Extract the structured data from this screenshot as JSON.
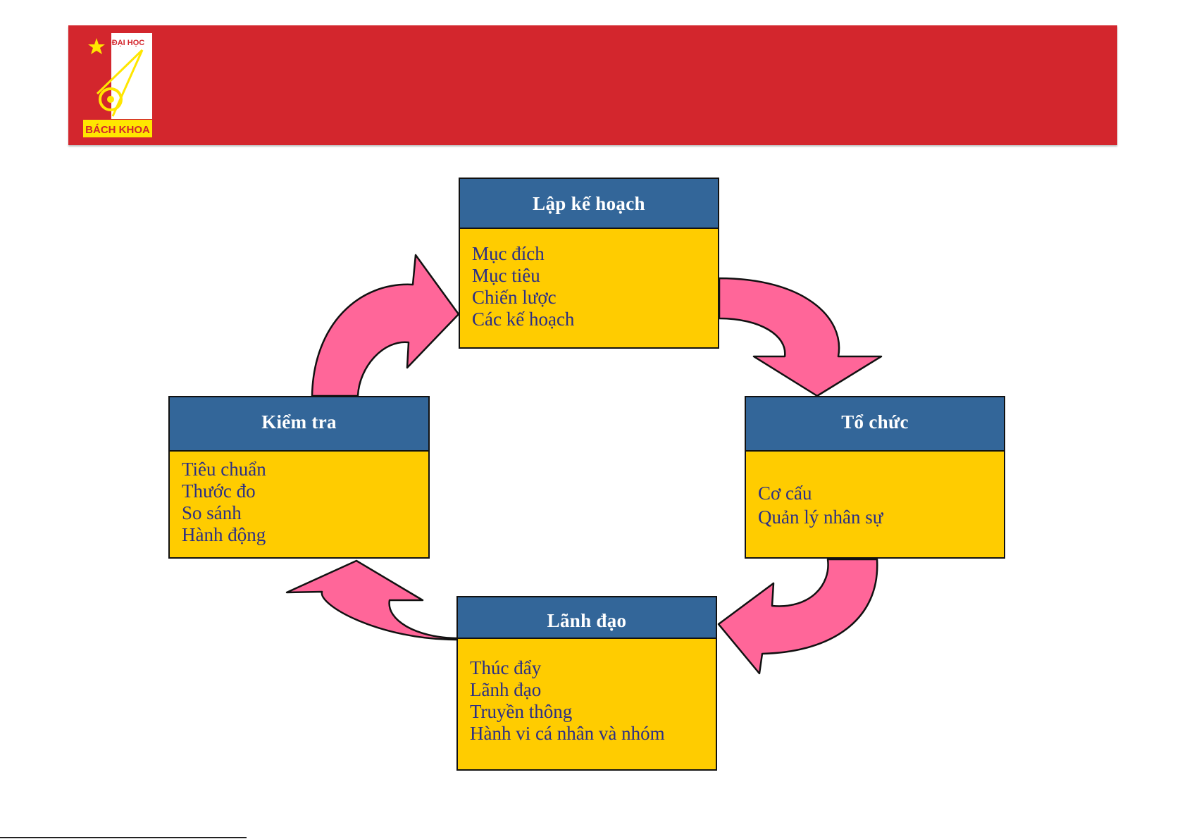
{
  "header": {
    "logo": {
      "top_text": "ĐẠI HỌC",
      "bottom_text": "BÁCH KHOA",
      "colors": {
        "red": "#d3262d",
        "yellow": "#ffe600",
        "white": "#ffffff"
      }
    },
    "banner_color": "#d3262d"
  },
  "cycle": {
    "colors": {
      "header": "#336699",
      "body": "#ffcc00",
      "text": "#2b2f86",
      "arrow": "#ff6699"
    },
    "nodes": [
      {
        "id": "plan",
        "title": "Lập kế hoạch",
        "items": [
          "Mục đích",
          "Mục tiêu",
          "Chiến lược",
          "Các kế hoạch"
        ]
      },
      {
        "id": "org",
        "title": "Tổ chức",
        "items": [
          "Cơ cấu",
          "Quản lý nhân sự"
        ]
      },
      {
        "id": "lead",
        "title": "Lãnh đạo",
        "items": [
          "Thúc đẩy",
          "Lãnh đạo",
          "Truyền thông",
          "Hành vi cá nhân và nhóm"
        ]
      },
      {
        "id": "check",
        "title": "Kiểm tra",
        "items": [
          "Tiêu chuẩn",
          "Thước đo",
          "So sánh",
          "Hành động"
        ]
      }
    ],
    "arrows": [
      "plan-to-org",
      "org-to-lead",
      "lead-to-check",
      "check-to-plan"
    ]
  }
}
